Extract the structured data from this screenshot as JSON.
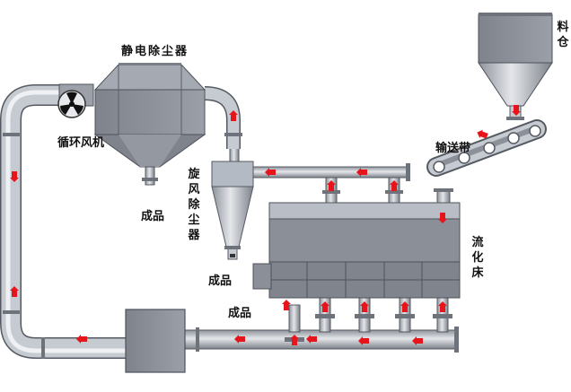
{
  "labels": {
    "electrostatic_precipitator": "静电除尘器",
    "circulating_fan": "循环风机",
    "product_top": "成品",
    "cyclone_separator": "旋风除尘器",
    "product_cyclone": "成品",
    "product_bed": "成品",
    "conveyor_belt": "输送带",
    "hopper": "料仓",
    "fluidized_bed": "流化床"
  },
  "colors": {
    "pipe_fill": "#bfc4cc",
    "pipe_stroke": "#555a62",
    "equipment_fill": "#8d929b",
    "equipment_dark": "#6e737b",
    "flow_arrow": "#e8141b"
  },
  "icons": {
    "fan": "fan-icon",
    "flow": "flow-arrow"
  }
}
